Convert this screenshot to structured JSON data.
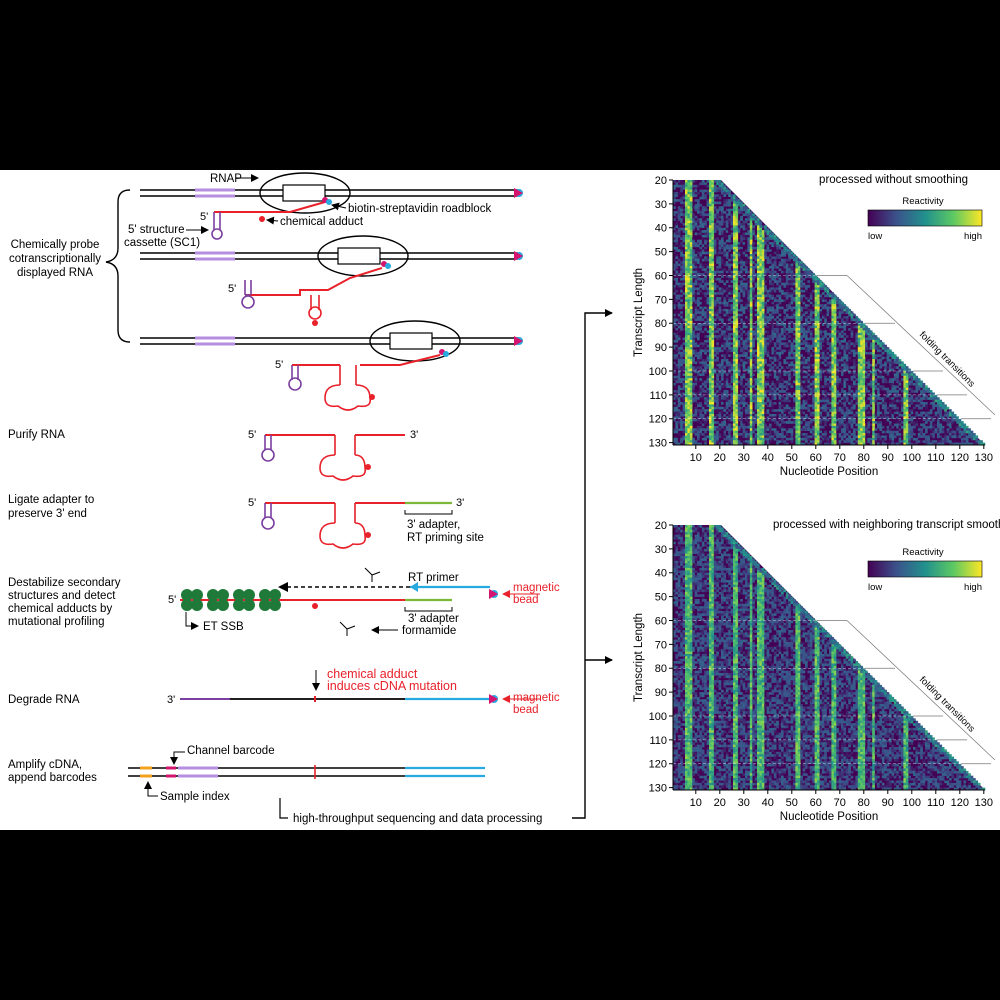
{
  "colors": {
    "rna": "#e8212a",
    "dna": "#000000",
    "purple": "#7b3fa0",
    "cyan": "#28a9e0",
    "green": "#7cb83a",
    "accent_red": "#e8212a",
    "orange": "#f4a21c",
    "magenta": "#d4146f",
    "ssb": "#1f7a3a"
  },
  "icons": [
    "rnap-polymerase",
    "streptavidin-roadblock",
    "hairpin-structure",
    "magnetic-bead",
    "ssb-protein",
    "formamide-molecule",
    "arrow"
  ],
  "steps": {
    "probe": "Chemically probe cotranscriptionally displayed RNA",
    "purify": "Purify RNA",
    "ligate": "Ligate adapter to preserve 3' end",
    "destabilize": "Destabilize secondary structures and detect chemical adducts by mutational profiling",
    "degrade": "Degrade RNA",
    "amplify": "Amplify cDNA, append barcodes"
  },
  "labels": {
    "rnap": "RNAP",
    "roadblock": "biotin-streptavidin roadblock",
    "chemical_adduct": "chemical adduct",
    "structure_cassette": "5' structure cassette (SC1)",
    "five_prime": "5'",
    "three_prime": "3'",
    "adapter_rt": "3' adapter, RT priming site",
    "rt_primer": "RT primer",
    "magnetic_bead": "magnetic bead",
    "three_adapter": "3' adapter",
    "formamide": "formamide",
    "et_ssb": "ET SSB",
    "adduct_mutation": "chemical adduct induces cDNA mutation",
    "channel_barcode": "Channel barcode",
    "sample_index": "Sample index",
    "sequencing": "high-throughput sequencing and data processing"
  },
  "heatmaps": [
    {
      "title": "processed without smoothing",
      "colorbar_title": "Reactivity",
      "colorbar_low": "low",
      "colorbar_high": "high",
      "xlabel": "Nucleotide Position",
      "ylabel": "Transcript Length",
      "annotation": "folding transitions",
      "x_ticks": [
        "10",
        "20",
        "30",
        "40",
        "50",
        "60",
        "70",
        "80",
        "90",
        "100",
        "110",
        "120",
        "130"
      ],
      "y_ticks": [
        "20",
        "30",
        "40",
        "50",
        "60",
        "70",
        "80",
        "90",
        "100",
        "110",
        "120",
        "130"
      ]
    },
    {
      "title": "processed with neighboring transcript smoothing",
      "colorbar_title": "Reactivity",
      "colorbar_low": "low",
      "colorbar_high": "high",
      "xlabel": "Nucleotide Position",
      "ylabel": "Transcript Length",
      "annotation": "folding transitions",
      "x_ticks": [
        "10",
        "20",
        "30",
        "40",
        "50",
        "60",
        "70",
        "80",
        "90",
        "100",
        "110",
        "120",
        "130"
      ],
      "y_ticks": [
        "20",
        "30",
        "40",
        "50",
        "60",
        "70",
        "80",
        "90",
        "100",
        "110",
        "120",
        "130"
      ]
    }
  ]
}
